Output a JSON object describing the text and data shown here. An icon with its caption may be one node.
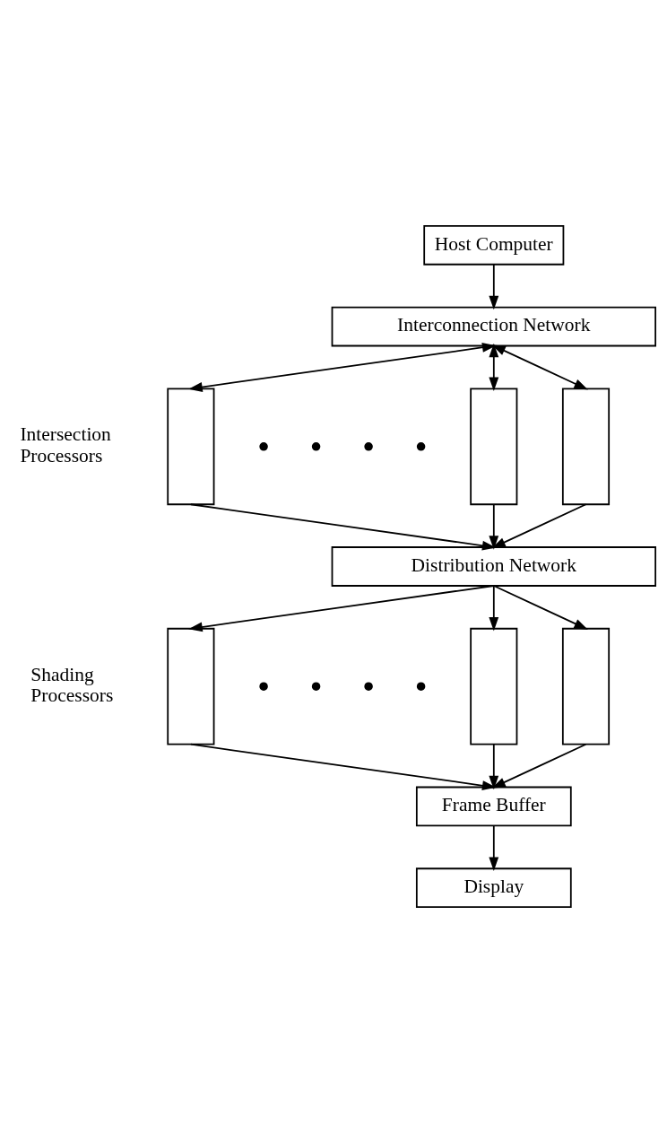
{
  "diagram": {
    "nodes": [
      {
        "text": [
          "Host Computer"
        ]
      },
      {
        "text": [
          "Interconnection Network"
        ]
      },
      {
        "text": [],
        "shape": "box"
      },
      {
        "text": [],
        "shape": "box"
      },
      {
        "text": [],
        "shape": "box"
      },
      {
        "text": [
          "Distribution Network"
        ]
      },
      {
        "text": [],
        "shape": "box"
      },
      {
        "text": [],
        "shape": "box"
      },
      {
        "text": [],
        "shape": "box"
      },
      {
        "text": [
          "Frame Buffer"
        ]
      },
      {
        "text": [
          "Display"
        ]
      }
    ],
    "edges": [
      {
        "from": 0,
        "to": 1,
        "arrow": "to"
      },
      {
        "from": 1,
        "to": 2,
        "arrow": "both"
      },
      {
        "from": 1,
        "to": 3,
        "arrow": "both"
      },
      {
        "from": 1,
        "to": 4,
        "arrow": "both"
      },
      {
        "from": 2,
        "to": 5,
        "arrow": "to"
      },
      {
        "from": 3,
        "to": 5,
        "arrow": "to"
      },
      {
        "from": 4,
        "to": 5,
        "arrow": "to"
      },
      {
        "from": 5,
        "to": 6,
        "arrow": "to"
      },
      {
        "from": 5,
        "to": 7,
        "arrow": "to"
      },
      {
        "from": 5,
        "to": 8,
        "arrow": "to"
      },
      {
        "from": 6,
        "to": 9,
        "arrow": "to"
      },
      {
        "from": 7,
        "to": 9,
        "arrow": "to"
      },
      {
        "from": 8,
        "to": 9,
        "arrow": "to"
      },
      {
        "from": 9,
        "to": 10,
        "arrow": "to"
      }
    ],
    "labels": [
      "Intersection Processors",
      "Shading Processors"
    ]
  }
}
